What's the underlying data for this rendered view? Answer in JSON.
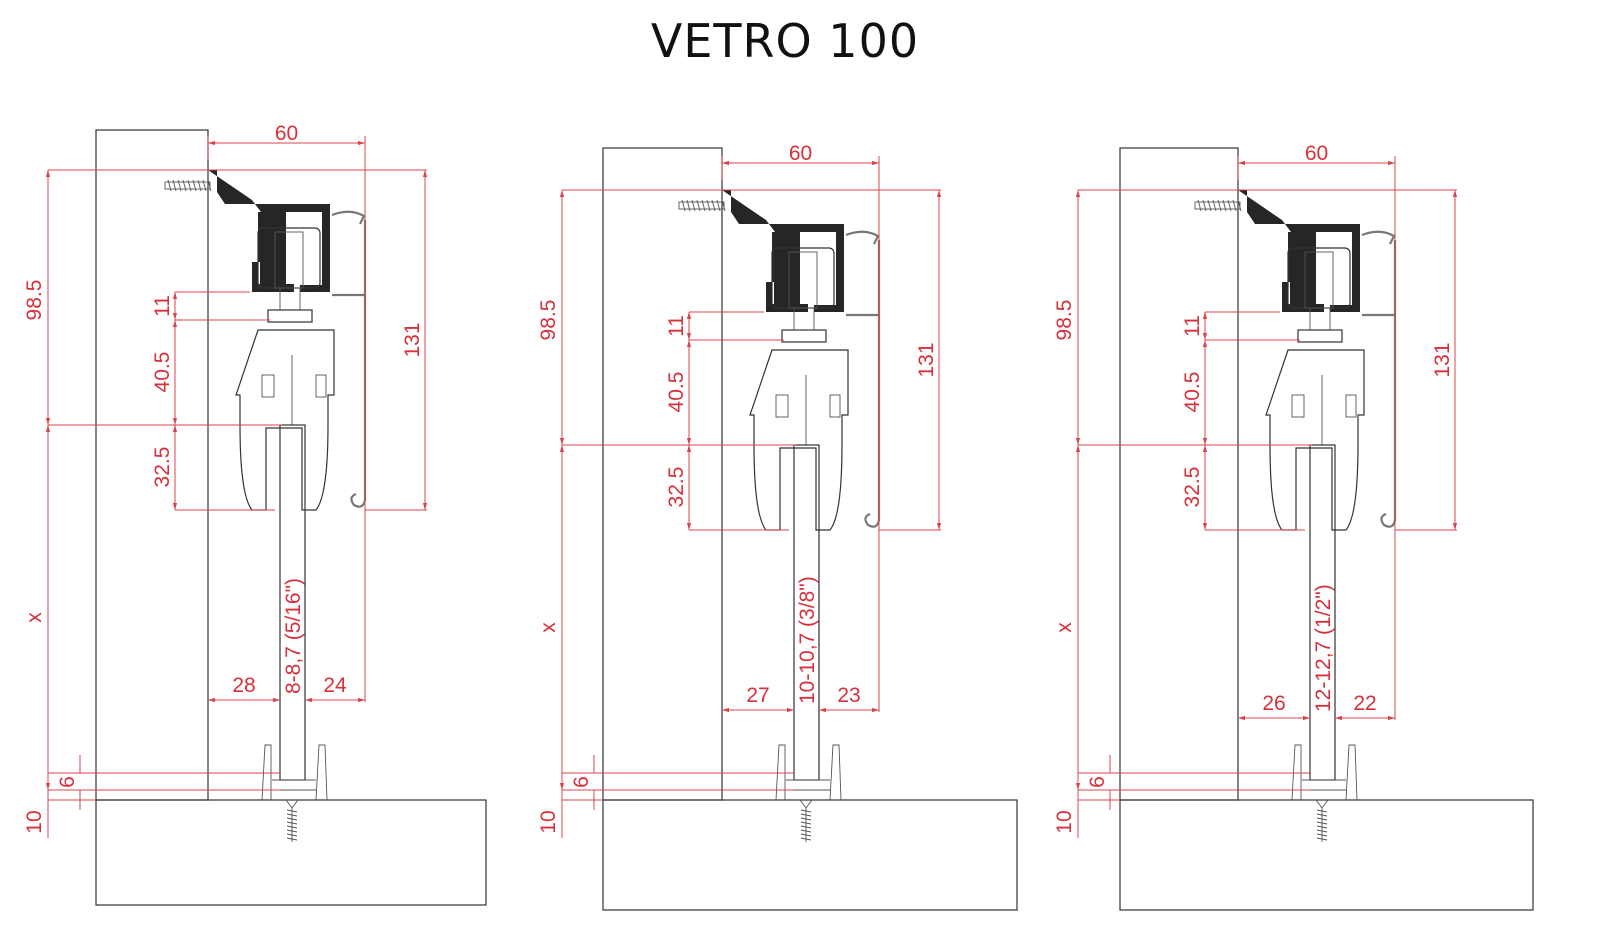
{
  "title": "VETRO 100",
  "colors": {
    "dimension": "#d8303a",
    "profile": "#262626",
    "outline": "#333333"
  },
  "drawings": [
    {
      "width": "60",
      "height_total": "98.5",
      "x_label": "x",
      "floor_gap": "10",
      "guide_gap": "6",
      "d11": "11",
      "d40": "40.5",
      "d32": "32.5",
      "h131": "131",
      "left": "28",
      "right": "24",
      "glass": "8-8,7 (5/16\")"
    },
    {
      "width": "60",
      "height_total": "98.5",
      "x_label": "x",
      "floor_gap": "10",
      "guide_gap": "6",
      "d11": "11",
      "d40": "40.5",
      "d32": "32.5",
      "h131": "131",
      "left": "27",
      "right": "23",
      "glass": "10-10,7 (3/8\")"
    },
    {
      "width": "60",
      "height_total": "98.5",
      "x_label": "x",
      "floor_gap": "10",
      "guide_gap": "6",
      "d11": "11",
      "d40": "40.5",
      "d32": "32.5",
      "h131": "131",
      "left": "26",
      "right": "22",
      "glass": "12-12,7 (1/2\")"
    }
  ]
}
